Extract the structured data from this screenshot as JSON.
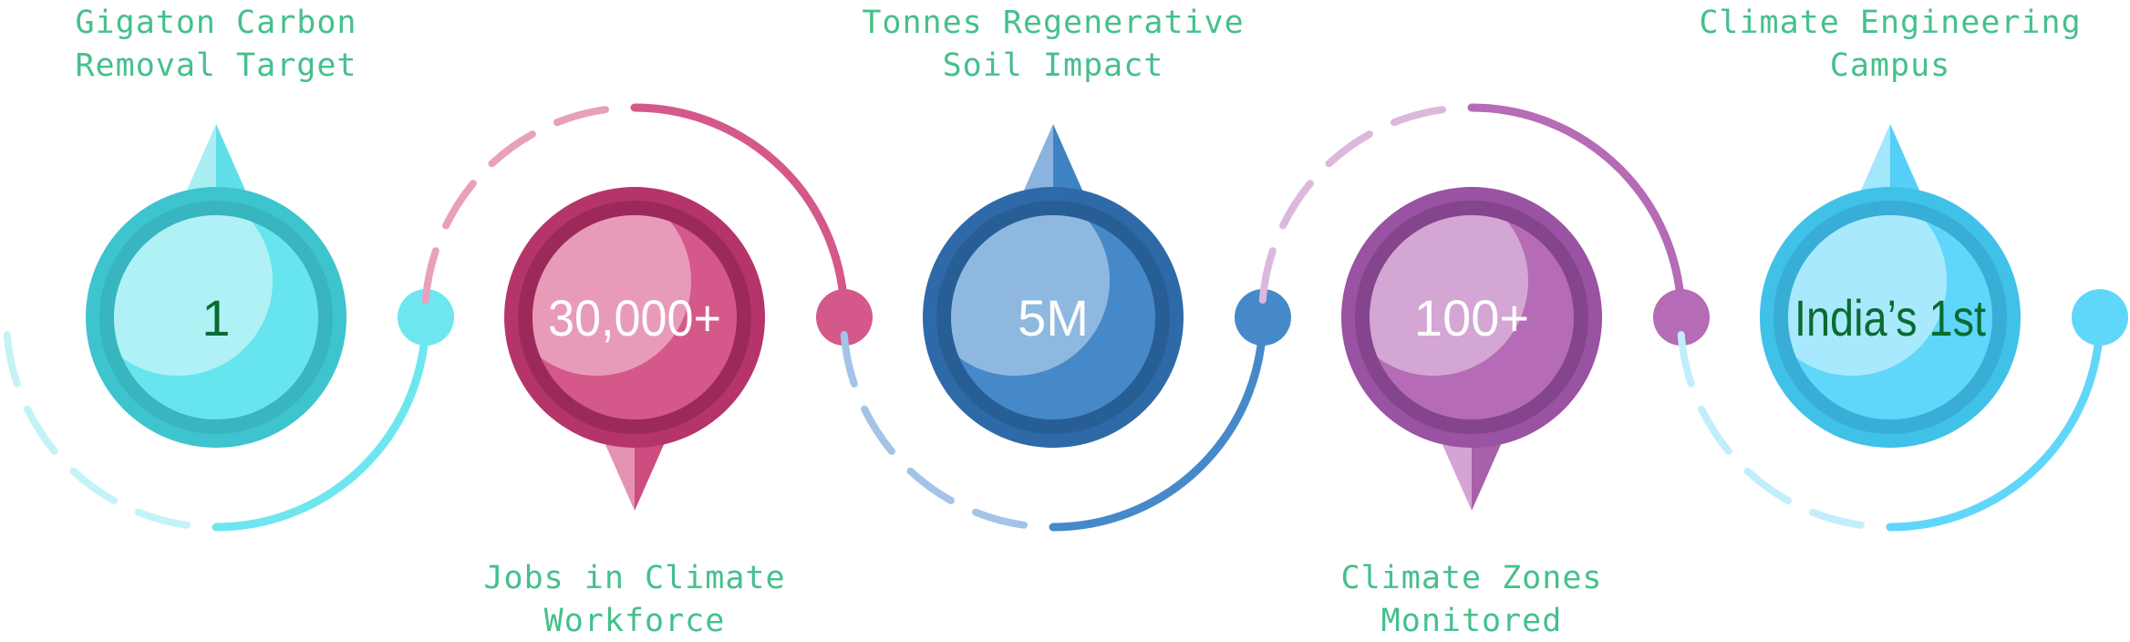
{
  "steps": [
    {
      "value": "1",
      "value_color": "#0a6b32",
      "label_lines": [
        "Gigaton Carbon",
        "Removal Target"
      ],
      "label_position": "top",
      "pin_direction": "up",
      "colors": {
        "outer": "#3dc4cf",
        "ring": "#38b5bf",
        "inner": "#66e5ee",
        "highlight": "#b0f1f5",
        "pin_light": "#a8eef3",
        "pin_dark": "#5fdfe8",
        "arc": "#6ee6f0",
        "arc_faint": "#c4f3f7"
      }
    },
    {
      "value": "30,000+",
      "value_color": "#ffffff",
      "label_lines": [
        "Jobs in Climate",
        "Workforce"
      ],
      "label_position": "bottom",
      "pin_direction": "down",
      "colors": {
        "outer": "#b5356a",
        "ring": "#9b2a5a",
        "inner": "#d5588a",
        "highlight": "#e89bb8",
        "pin_light": "#e392b2",
        "pin_dark": "#cc4c80",
        "arc": "#d5588a",
        "arc_faint": "#e8a0bc"
      }
    },
    {
      "value": "5M",
      "value_color": "#ffffff",
      "label_lines": [
        "Tonnes Regenerative",
        "Soil Impact"
      ],
      "label_position": "top",
      "pin_direction": "up",
      "colors": {
        "outer": "#2f6aa8",
        "ring": "#285e96",
        "inner": "#4689c9",
        "highlight": "#8fb8e0",
        "pin_light": "#8ab3df",
        "pin_dark": "#3f82c4",
        "arc": "#4689c9",
        "arc_faint": "#a3c4e6"
      }
    },
    {
      "value": "100+",
      "value_color": "#ffffff",
      "label_lines": [
        "Climate Zones",
        "Monitored"
      ],
      "label_position": "bottom",
      "pin_direction": "down",
      "colors": {
        "outer": "#9a52a2",
        "ring": "#84458d",
        "inner": "#b56bb5",
        "highlight": "#d3a6d3",
        "pin_light": "#d4a4d4",
        "pin_dark": "#a860aa",
        "arc": "#b56bb5",
        "arc_faint": "#dcb8dc"
      }
    },
    {
      "value": "India’s 1st",
      "value_color": "#0a6b32",
      "label_lines": [
        "Climate Engineering",
        "Campus"
      ],
      "label_position": "top",
      "pin_direction": "up",
      "colors": {
        "outer": "#3fc1e8",
        "ring": "#38aed6",
        "inner": "#60d6fb",
        "highlight": "#a8e9fd",
        "pin_light": "#a2e7fb",
        "pin_dark": "#55cff7",
        "arc": "#60d6fb",
        "arc_faint": "#c2eefc"
      }
    }
  ]
}
